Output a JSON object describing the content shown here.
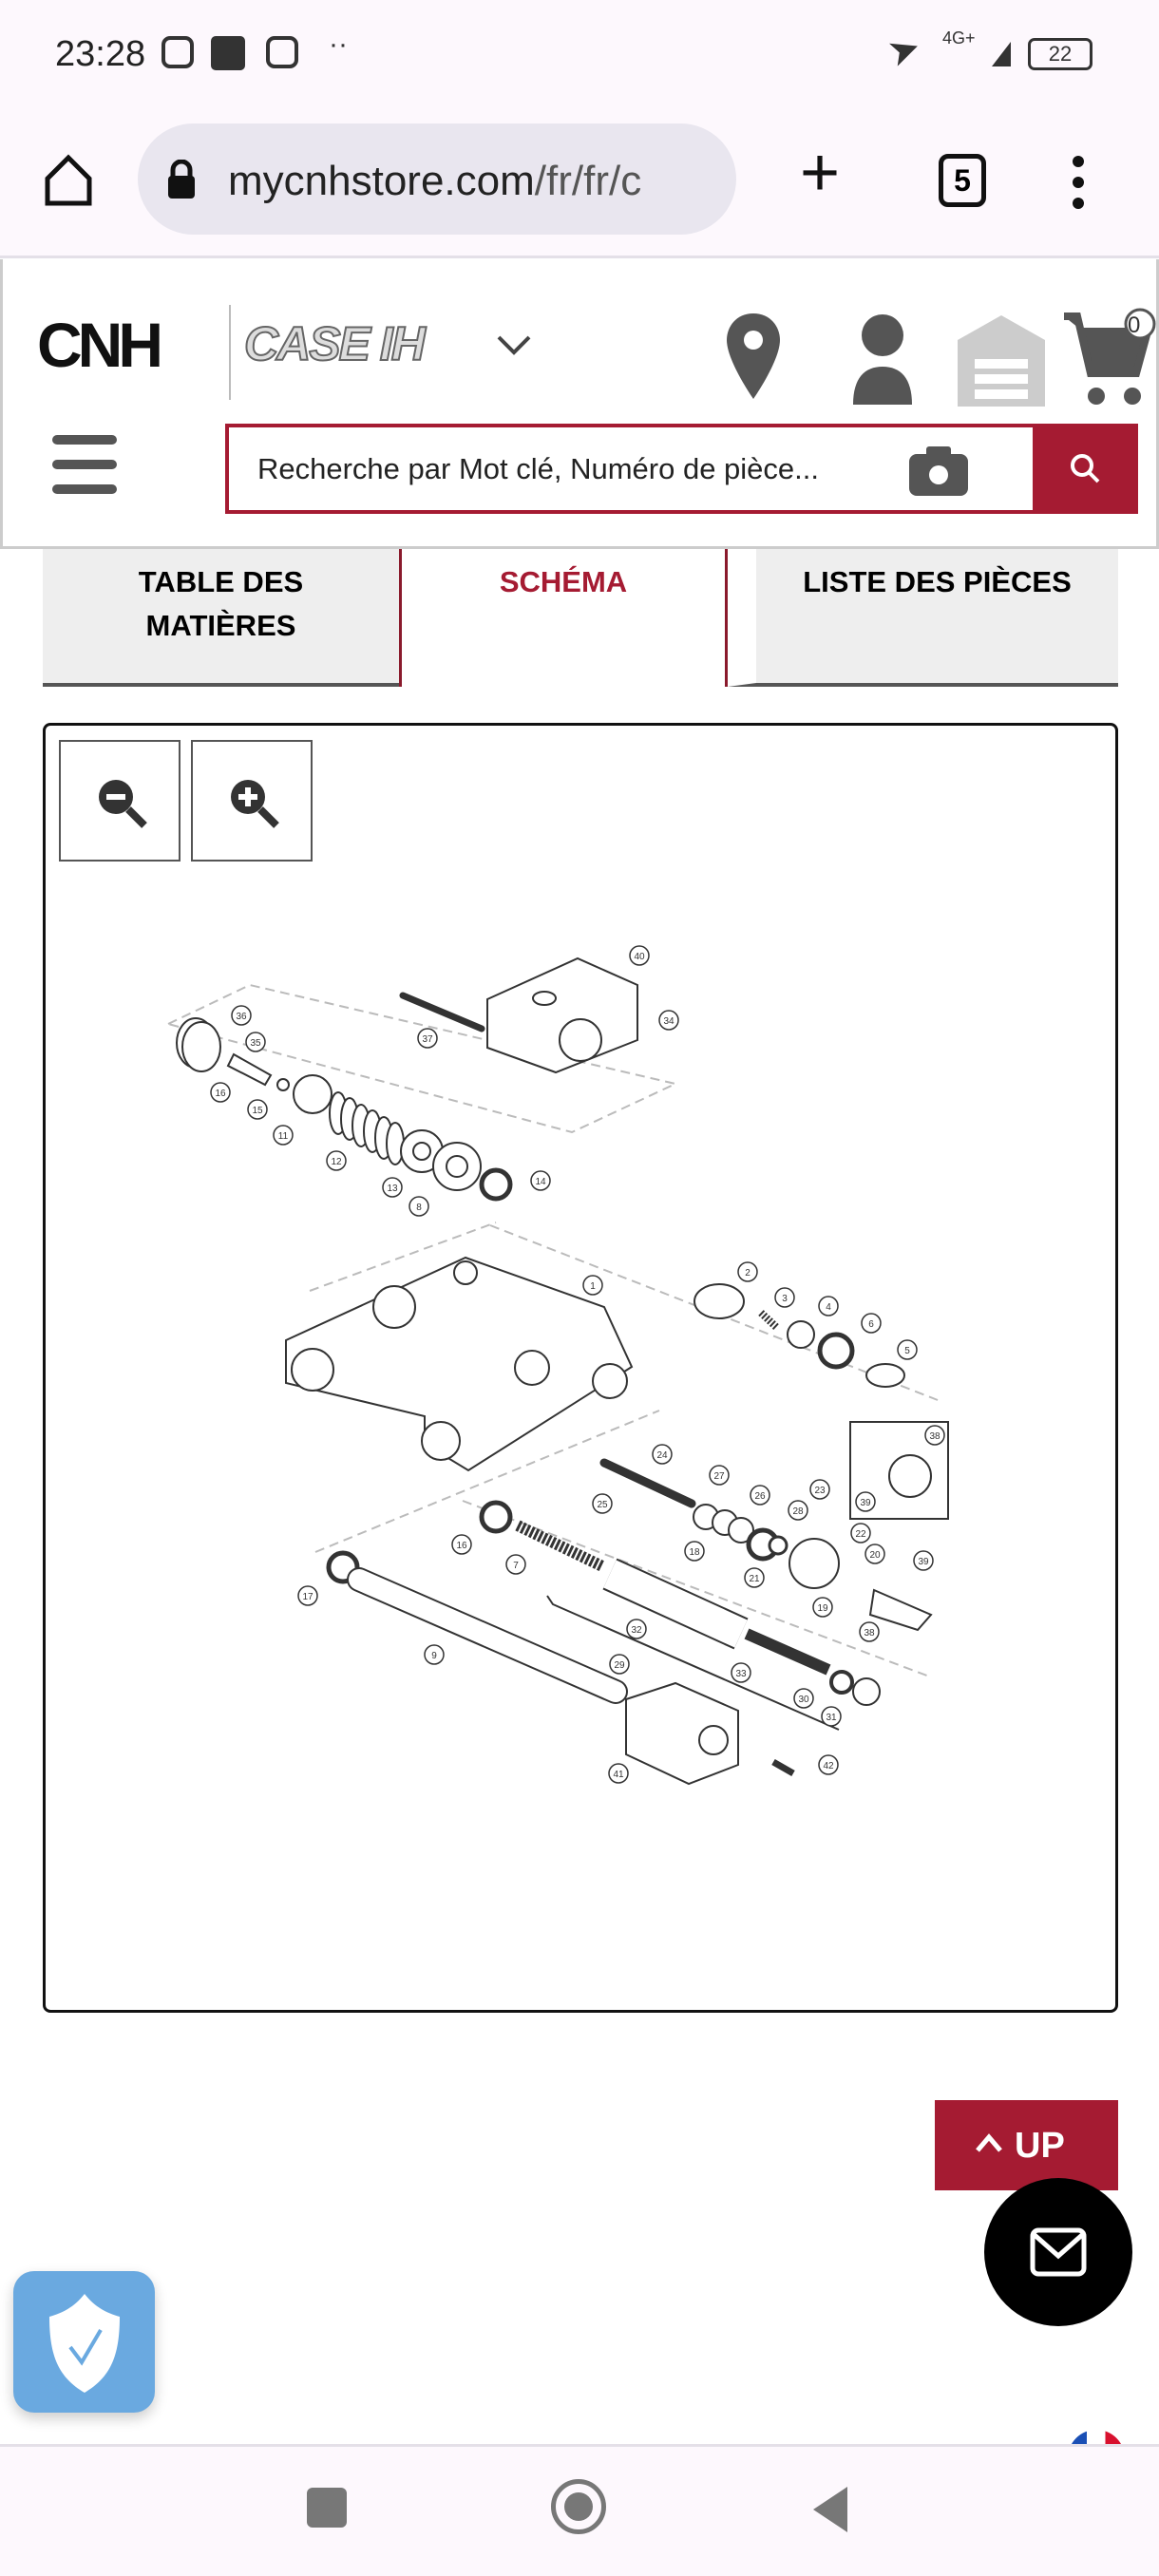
{
  "status_bar": {
    "time": "23:28",
    "network": "4G+",
    "battery": "22"
  },
  "browser": {
    "url_host": "mycnhstore.com",
    "url_path": "/fr/fr/c",
    "tab_count": "5"
  },
  "header": {
    "logo": "CNH",
    "brand": "CASE IH",
    "cart_count": "0",
    "search_placeholder": "Recherche par Mot clé, Numéro de pièce..."
  },
  "tabs": [
    {
      "label": "TABLE DES MATIÈRES"
    },
    {
      "label": "SCHÉMA",
      "active": true
    },
    {
      "label": "LISTE DES PIÈCES"
    }
  ],
  "diagram": {
    "callouts": [
      "40",
      "36",
      "37",
      "34",
      "35",
      "16",
      "15",
      "11",
      "12",
      "13",
      "8",
      "14",
      "1",
      "2",
      "3",
      "4",
      "6",
      "5",
      "24",
      "38",
      "27",
      "25",
      "26",
      "23",
      "39",
      "28",
      "22",
      "16",
      "18",
      "20",
      "39",
      "21",
      "19",
      "7",
      "17",
      "32",
      "38",
      "9",
      "29",
      "33",
      "30",
      "31",
      "41",
      "42"
    ]
  },
  "buttons": {
    "up": "UP"
  },
  "colors": {
    "accent": "#a51b32",
    "shield": "#6aa9e0"
  }
}
